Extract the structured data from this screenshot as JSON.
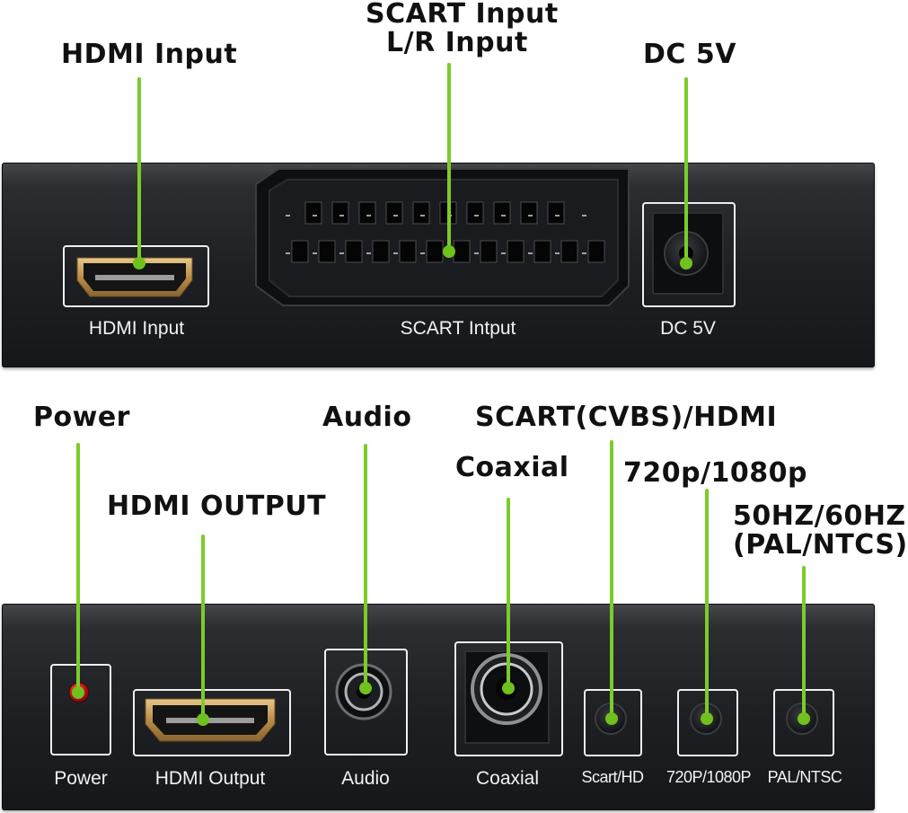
{
  "top_callouts": {
    "hdmi_input": "HDMI Input",
    "scart_input_line1": "SCART Input",
    "scart_input_line2": "L/R Input",
    "dc_5v": "DC 5V"
  },
  "top_panel_labels": {
    "hdmi_input": "HDMI Input",
    "scart_input": "SCART Intput",
    "dc_5v": "DC 5V"
  },
  "bottom_callouts": {
    "power": "Power",
    "audio": "Audio",
    "scart_cvbs_hdmi": "SCART(CVBS)/HDMI",
    "coaxial": "Coaxial",
    "hdmi_output": "HDMI OUTPUT",
    "resolution": "720p/1080p",
    "refresh_line1": "50HZ/60HZ",
    "refresh_line2": "(PAL/NTCS)"
  },
  "bottom_panel_labels": {
    "power": "Power",
    "hdmi_output": "HDMI Output",
    "audio": "Audio",
    "coaxial": "Coaxial",
    "scart_hd": "Scart/HD",
    "resolution": "720P/1080P",
    "pal_ntsc": "PAL/NTSC"
  },
  "colors": {
    "callout_line": "#7ccb2a",
    "callout_dot": "#6fc21d",
    "panel": "#1d1f23",
    "hdmi_gold": "#c9a25f",
    "power_led": "#e0141c"
  }
}
